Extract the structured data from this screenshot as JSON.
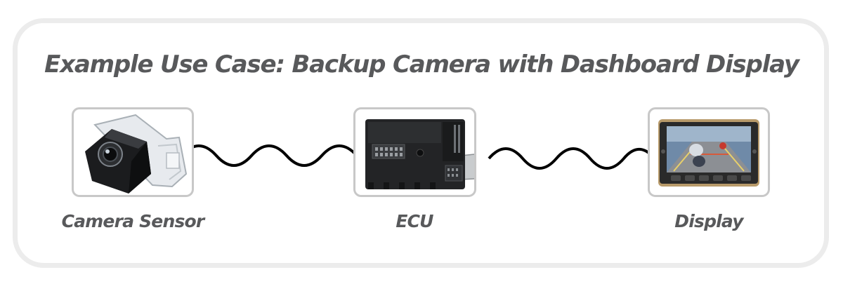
{
  "title": "Example Use Case: Backup Camera with Dashboard Display",
  "nodes": [
    {
      "label": "Camera Sensor",
      "icon": "camera-sensor-icon"
    },
    {
      "label": "ECU",
      "icon": "ecu-module-icon"
    },
    {
      "label": "Display",
      "icon": "dashboard-display-icon"
    }
  ],
  "connections": [
    {
      "from": "Camera Sensor",
      "to": "ECU",
      "style": "wavy-cable",
      "color": "#000000"
    },
    {
      "from": "ECU",
      "to": "Display",
      "style": "wavy-cable",
      "color": "#000000"
    }
  ],
  "colors": {
    "text": "#58595b",
    "frame_border": "#ececec",
    "box_border": "#c8c8c8"
  }
}
